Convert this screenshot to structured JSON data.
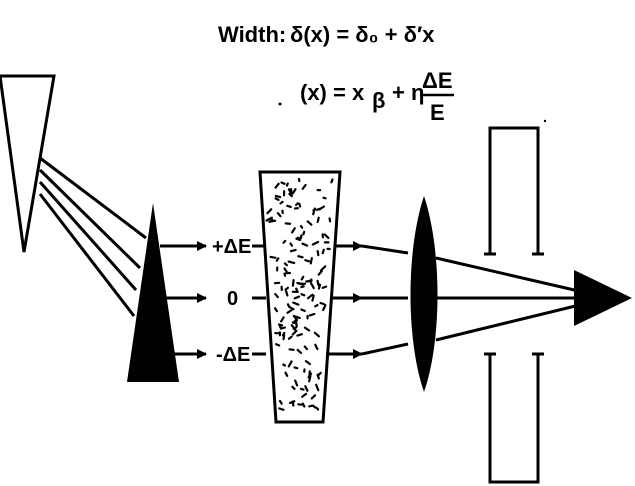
{
  "equations": {
    "width_prefix": "Width:",
    "line1": "δ(x) = δ₀ + δ′x",
    "line2_left": "(x) = x",
    "line2_beta": "β",
    "line2_mid": "+ η",
    "frac_num": "ΔE",
    "frac_den": "E"
  },
  "energy_labels": {
    "plus": "+ΔE",
    "zero": "0",
    "minus": "-ΔE"
  },
  "colors": {
    "ink": "#000000",
    "background": "#ffffff"
  }
}
